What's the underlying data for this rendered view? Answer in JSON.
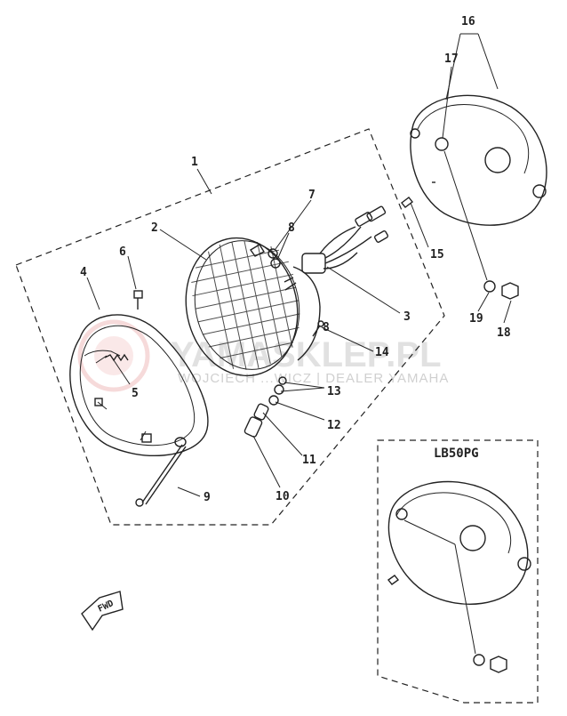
{
  "diagram": {
    "callouts": [
      {
        "id": "part-1-callout",
        "text": "1"
      },
      {
        "id": "part-2-callout",
        "text": "2"
      },
      {
        "id": "part-3-callout",
        "text": "3"
      },
      {
        "id": "part-4-callout",
        "text": "4"
      },
      {
        "id": "part-5-callout",
        "text": "5"
      },
      {
        "id": "part-6-callout",
        "text": "6"
      },
      {
        "id": "part-7-callout",
        "text": "7"
      },
      {
        "id": "part-8a-callout",
        "text": "8"
      },
      {
        "id": "part-8b-callout",
        "text": "8"
      },
      {
        "id": "part-9-callout",
        "text": "9"
      },
      {
        "id": "part-10-callout",
        "text": "10"
      },
      {
        "id": "part-11-callout",
        "text": "11"
      },
      {
        "id": "part-12-callout",
        "text": "12"
      },
      {
        "id": "part-13-callout",
        "text": "13"
      },
      {
        "id": "part-14-callout",
        "text": "14"
      },
      {
        "id": "part-15-callout",
        "text": "15"
      },
      {
        "id": "part-16-callout",
        "text": "16"
      },
      {
        "id": "part-17-callout",
        "text": "17"
      },
      {
        "id": "part-18-callout",
        "text": "18"
      },
      {
        "id": "part-19-callout",
        "text": "19"
      }
    ],
    "variant_label": "LB50PG",
    "fwd_label": "FWD",
    "watermark": {
      "main": "YAMASKLEP.PL",
      "sub": "WOJCIECH ...WICZ | DEALER YAMAHA",
      "accent_color": "#e8a0a0"
    }
  }
}
